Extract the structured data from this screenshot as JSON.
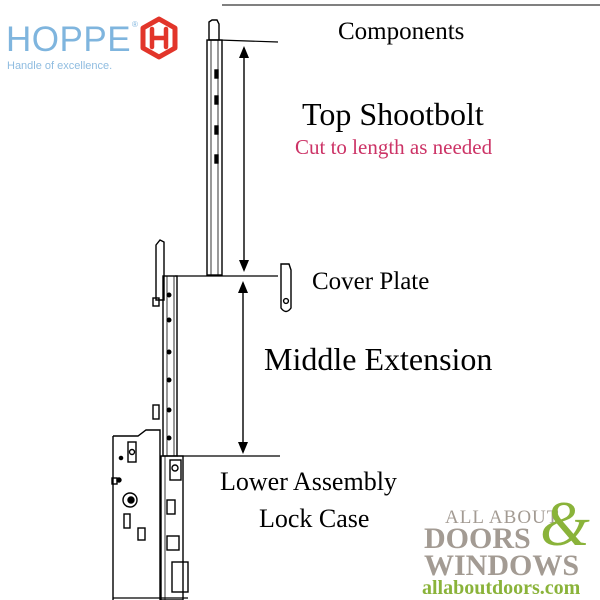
{
  "colors": {
    "hoppe_blue": "#7fb5de",
    "hoppe_red": "#e2352a",
    "tagline_blue": "#8fbce0",
    "accent_red": "#cc3366",
    "watermark_gray": "#a39b93",
    "watermark_green": "#8ab33a"
  },
  "logo": {
    "brand": "HOPPE",
    "registered": "®",
    "tagline": "Handle of excellence."
  },
  "labels": {
    "components": "Components",
    "top_shootbolt": "Top Shootbolt",
    "cut_note": "Cut to length as needed",
    "cover_plate": "Cover Plate",
    "middle_extension": "Middle Extension",
    "lower_assembly_line1": "Lower Assembly",
    "lower_assembly_line2": "Lock Case"
  },
  "watermark": {
    "line1": "ALL ABOUT",
    "line2": "DOORS",
    "line3": "WINDOWS",
    "url": "allaboutdoors.com",
    "ampersand": "&"
  }
}
